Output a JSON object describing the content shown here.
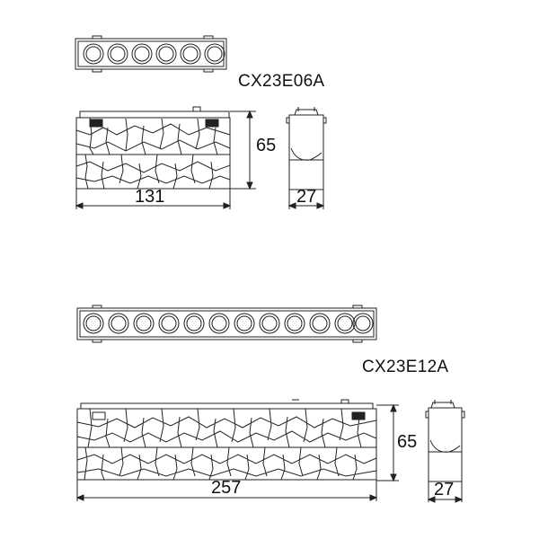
{
  "products": [
    {
      "model": "CX23E06A",
      "led_count": 6,
      "dimensions": {
        "length": "131",
        "height": "65",
        "width": "27"
      }
    },
    {
      "model": "CX23E12A",
      "led_count": 12,
      "dimensions": {
        "length": "257",
        "height": "65",
        "width": "27"
      }
    }
  ],
  "colors": {
    "line": "#222222",
    "background": "#ffffff"
  }
}
